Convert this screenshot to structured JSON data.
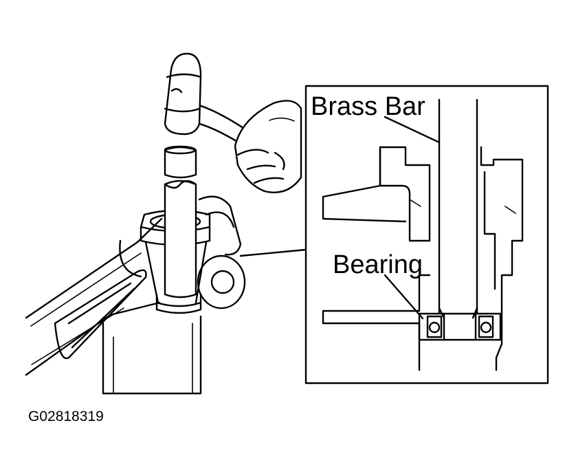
{
  "labels": {
    "brass_bar": "Brass Bar",
    "bearing": "Bearing"
  },
  "figure_code": "G02818319"
}
